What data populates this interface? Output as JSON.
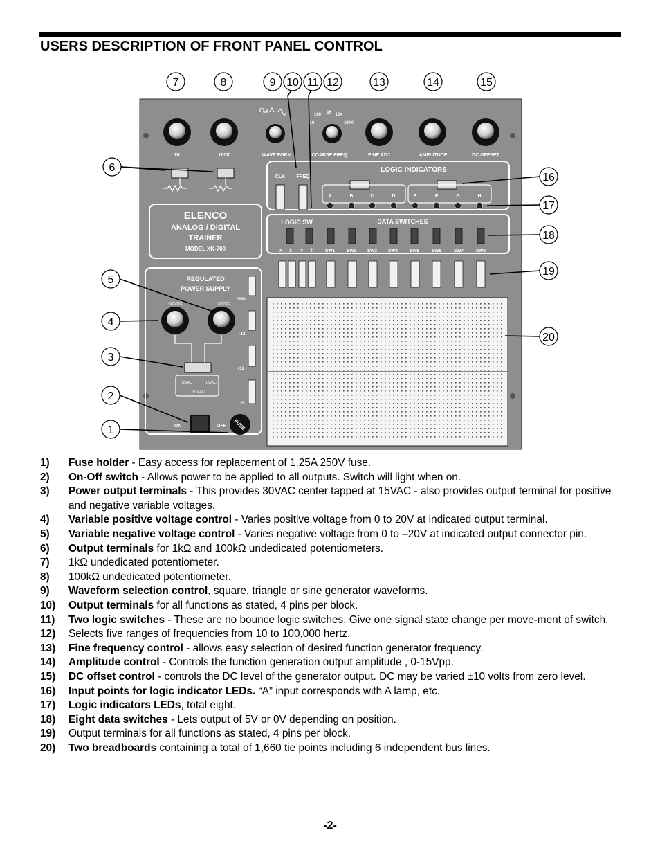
{
  "heading": "USERS DESCRIPTION OF FRONT PANEL CONTROL",
  "panel": {
    "brand": "ELENCO",
    "line1": "ANALOG / DIGITAL",
    "line2": "TRAINER",
    "model": "MODEL  XK-700",
    "knob_labels": [
      "1K",
      "100K",
      "WAVE FORM",
      "COARSE FREQ",
      "FINE ADJ",
      "AMPLITUDE",
      "DC OFFSET"
    ],
    "freq_scale": [
      "10",
      "100",
      "1K",
      "10K",
      "100K"
    ],
    "clk": "CLK",
    "freq": "FREQ",
    "logic_indicators": "LOGIC INDICATORS",
    "led_letters": [
      "A",
      "B",
      "C",
      "D",
      "E",
      "F",
      "G",
      "H"
    ],
    "logic_sw": "LOGIC SW",
    "data_switches": "DATA SWITCHES",
    "switch_labels": [
      "X",
      "X̄",
      "Y",
      "Ȳ",
      "SW1",
      "SW2",
      "SW3",
      "SW4",
      "SW5",
      "SW6",
      "SW7",
      "SW8"
    ],
    "psu_title1": "REGULATED",
    "psu_title2": "POWER SUPPLY",
    "plus20": "+20VDC",
    "minus20": "-20VDC",
    "rail_labels": [
      "GND",
      "-12",
      "+12",
      "+5"
    ],
    "vac_left": "15VAC",
    "vac_right": "15VAC",
    "vac_total": "30VAC",
    "on": "ON",
    "off": "OFF",
    "fuse": "FUSE"
  },
  "callouts": [
    "7",
    "8",
    "9",
    "10",
    "11",
    "12",
    "13",
    "14",
    "15",
    "6",
    "16",
    "17",
    "18",
    "19",
    "5",
    "4",
    "20",
    "3",
    "2",
    "1"
  ],
  "items": [
    {
      "num": "1)",
      "bold": "Fuse holder",
      "text": " - Easy access for replacement of 1.25A 250V fuse."
    },
    {
      "num": "2)",
      "bold": "On-Off switch",
      "text": " - Allows power to be applied to all outputs.  Switch will light when on."
    },
    {
      "num": "3)",
      "bold": "Power output terminals",
      "text": " - This provides 30VAC center tapped at 15VAC - also provides output terminal for positive and negative variable voltages."
    },
    {
      "num": "4)",
      "bold": "Variable positive voltage control",
      "text": " - Varies positive voltage from 0 to 20V at indicated output terminal."
    },
    {
      "num": "5)",
      "bold": "Variable negative voltage control",
      "text": " - Varies negative voltage from 0 to –20V at indicated output connector pin."
    },
    {
      "num": "6)",
      "bold": "Output terminals",
      "text": " for 1kΩ and 100kΩ undedicated potentiometers."
    },
    {
      "num": "7)",
      "bold": "",
      "text": "1kΩ undedicated potentiometer."
    },
    {
      "num": "8)",
      "bold": "",
      "text": "100kΩ undedicated potentiometer."
    },
    {
      "num": "9)",
      "bold": "Waveform selection control",
      "text": ", square, triangle or sine generator waveforms."
    },
    {
      "num": "10)",
      "bold": "Output terminals",
      "text": " for all functions as stated, 4 pins per block."
    },
    {
      "num": "11)",
      "bold": "Two logic switches",
      "text": " - These are no bounce logic switches.  Give one signal state change per move-ment of switch."
    },
    {
      "num": "12)",
      "bold": "",
      "text": "Selects five ranges of frequencies from 10 to 100,000 hertz."
    },
    {
      "num": "13)",
      "bold": "Fine frequency control",
      "text": " - allows easy selection of desired function generator frequency."
    },
    {
      "num": "14)",
      "bold": "Amplitude control",
      "text": " - Controls the function generation output amplitude , 0-15Vpp."
    },
    {
      "num": "15)",
      "bold": "DC offset control",
      "text": " - controls the DC level of the generator output. DC may be varied ±10 volts from zero level."
    },
    {
      "num": "16)",
      "bold": "Input points for logic indicator LEDs.",
      "text": "  “A” input corresponds with A lamp, etc."
    },
    {
      "num": "17)",
      "bold": "Logic indicators LEDs",
      "text": ", total eight."
    },
    {
      "num": "18)",
      "bold": "Eight data switches",
      "text": " - Lets output of 5V or 0V depending on position."
    },
    {
      "num": "19)",
      "bold": "",
      "text": "Output terminals for all functions as stated, 4 pins per block."
    },
    {
      "num": "20)",
      "bold": "Two breadboards",
      "text": " containing a total of 1,660 tie points including 6 independent bus lines."
    }
  ],
  "page_number": "-2-"
}
